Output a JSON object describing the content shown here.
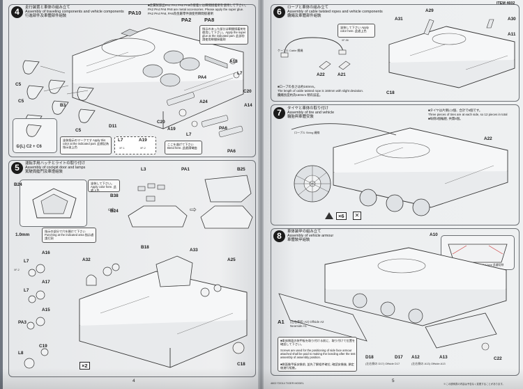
{
  "left_page": {
    "page_number": "4",
    "step4": {
      "number": "4",
      "title_jp": "走行装置と車体の組み立て",
      "title_en": "Assembly of traveling components and vehicle components",
      "title_cn": "行進部件及車體部件組裝",
      "note_line1": "■金属製部品PA2 PA4 PA6 PA8の接着には瞬間接着剤を使用して下さい。",
      "note_line2": "PA2 PA4 PA6 PA8 are metal accessories. Please apply the super glue.",
      "note_line3": "PA2 PA4 PA6, PA8為金屬零件請使用瞬間接著劑",
      "labels": {
        "pa10": "PA10",
        "pa2": "PA2",
        "pa8": "PA8",
        "a18": "A18",
        "l7a": "L7",
        "c20a": "C20",
        "c5a": "C5",
        "c5b": "C5",
        "b3": "B3",
        "d11": "D11",
        "c5c": "C5",
        "c20b": "C20",
        "a19": "A19",
        "l7b": "L7",
        "a24": "A24",
        "a14": "A14",
        "pa6": "PA6",
        "pa6b": "PA6",
        "pa4": "PA4"
      },
      "glue_note": "指示のあった部分は瞬間接着剤を使用して下さい。Apply the super glue at the indicated part. 此部份請使用瞬間接著劑",
      "fit_option": "①(L) C2 + C6",
      "color_note": "塗装指示のマークです Apply this color at the indicated part. 此標記為指示塗上色",
      "color_part_l7": "L7",
      "color_part_a19": "A19",
      "color_code_xf1": "XF-1",
      "color_code_xf2": "XF-2",
      "bend_note": "ここを曲げて下さい Bend here. 此處請彎曲"
    },
    "step5": {
      "number": "5",
      "title_jp": "運転手用ハッチとライトの取り付け",
      "title_en": "Assembly of cockpit door and lamps",
      "title_cn": "駕駛員艙門及車燈組裝",
      "labels": {
        "l3": "L3",
        "pa1": "PA1",
        "b25": "B25",
        "b24a": "B24",
        "b38": "B38",
        "b24b": "B24",
        "b18": "B18",
        "a32": "A32",
        "a33": "A33",
        "a25": "A25",
        "a16": "A16",
        "l7a": "L7",
        "a17": "A17",
        "l7b": "L7",
        "a15": "A15",
        "pa3": "PA3",
        "c19": "C19",
        "l8": "L8",
        "c18": "C18"
      },
      "color_note": "塗装して下さい。Apply color here. 此處上色",
      "punch_size": "1.0mm",
      "punch_note": "指示の部分で穴を開けて下さい Punching at the indicated area 指示處請打洞",
      "xf2": "XF-2",
      "x2": "×2"
    }
  },
  "right_page": {
    "page_number": "5",
    "item_number": "ITEM 4602",
    "step6": {
      "number": "6",
      "title_jp": "ロープと車体の組み立て",
      "title_en": "Assembly of cable twisted ropes and vehicle components",
      "title_cn": "纜繩及車體部件組裝",
      "labels": {
        "a31": "A31",
        "a29": "A29",
        "a30": "A30",
        "a11": "A11",
        "a22": "A22",
        "a21": "A21",
        "c18": "C18"
      },
      "cable_label": "ケーブル Cable 纜繩",
      "color_note": "塗装して下さい Apply color here. 此處上色",
      "xf": "XF-56",
      "rope_note_jp": "■ロープの長さは約160mm。",
      "rope_note_en": "The length of cable twisted rope is 160mm with slight deviation.",
      "rope_note_cn": "纜繩長度約為160mm 稍有誤差。"
    },
    "step7": {
      "number": "7",
      "title_jp": "タイヤと車体の取り付け",
      "title_en": "Assembly of tire and vehicle",
      "title_cn": "輪胎與車體安裝",
      "tire_note_jp": "■タイヤは片側に2個、合計で6個です。",
      "tire_note_en": "Three pieces of tires are at each side, so 12 pieces in total",
      "tire_note_cn": "■每側3個輪胎, 共需6個。",
      "string_label": "ロープル String 繩線",
      "a22": "A22",
      "x6": "×6"
    },
    "step8": {
      "number": "8",
      "title_jp": "車体装甲の組み立て",
      "title_en": "Assembly of vehicle armour",
      "title_cn": "車體裝甲組裝",
      "a10": "A10",
      "a10_note": "取り付けて下さい Cut here 此處切除",
      "a1": "A1",
      "a1_note": "(左右側の A2) Offside A2",
      "a1_en": "Nearside A1",
      "d18": "D18",
      "d17": "D17",
      "d18_note": "(左右側の D17) Offside D17",
      "a12": "A12",
      "a13": "A13",
      "a12_note": "(左右側の A13) Offside A13",
      "c22": "C22",
      "caution_jp": "■車体側面の装甲板を取り付ける前に、取り付けて位置を確認して下さい。",
      "caution_en": "Screws are used for the positioning of side face armour attached shall be paid to making the bonding after the test assembly of assembly position.",
      "caution_cn": "■側面裝甲板安裝前, 並先了解組件確位, 確認安裝後, 鎖定後進行組裝。"
    },
    "footer": "4602  ©2014  TIGER MODEL",
    "footer_right": "※この説明書の内容は予告なく変更することがあります。"
  }
}
